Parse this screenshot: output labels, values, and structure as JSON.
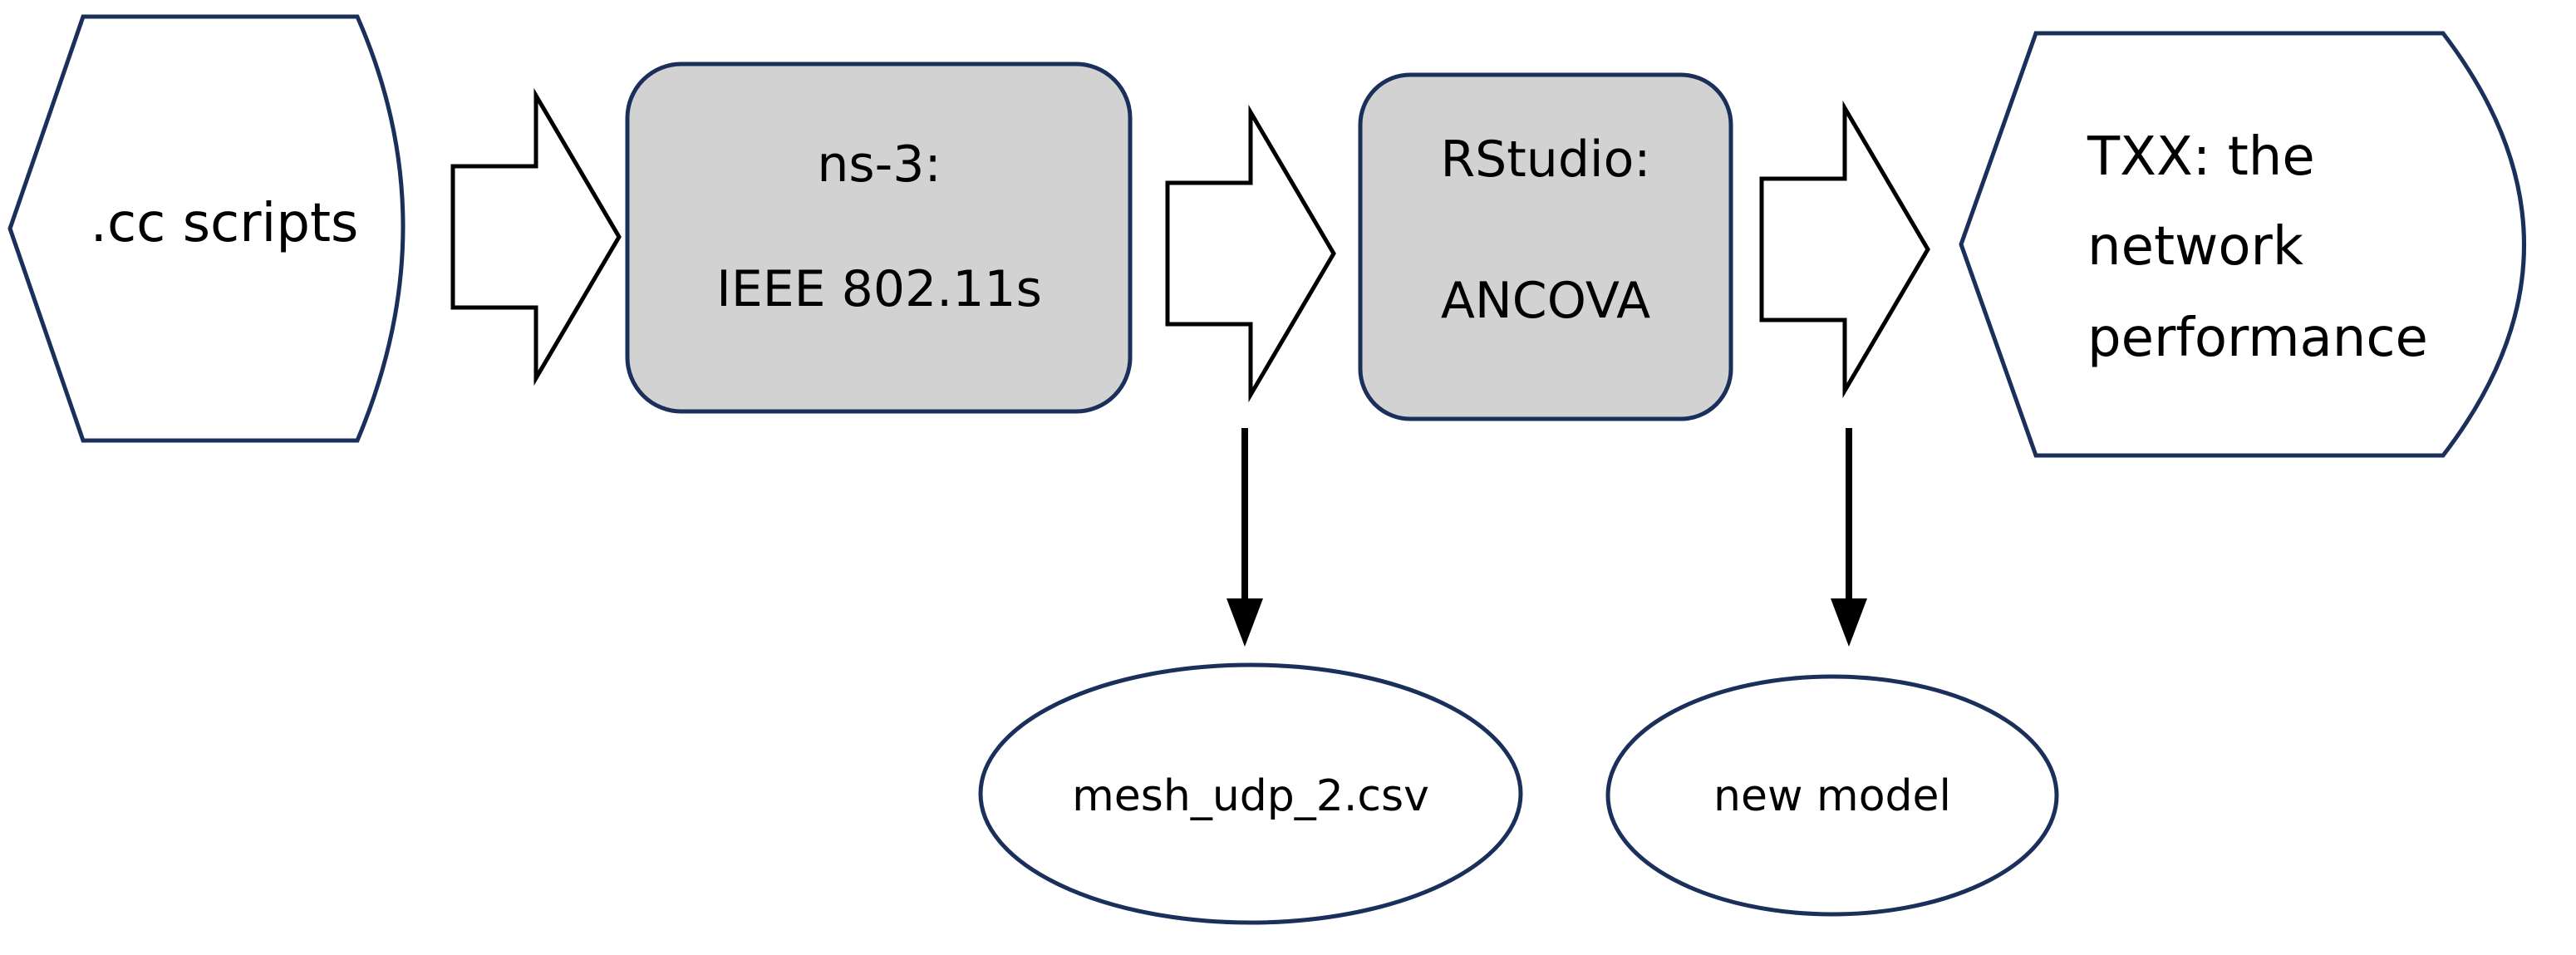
{
  "nodes": {
    "input": {
      "label": ".cc scripts"
    },
    "ns3": {
      "line1": "ns-3:",
      "line2": "IEEE 802.11s"
    },
    "rstudio": {
      "line1": "RStudio:",
      "line2": "ANCOVA"
    },
    "output": {
      "line1": "TXX: the",
      "line2": "network",
      "line3": "performance"
    },
    "csv": {
      "label": "mesh_udp_2.csv"
    },
    "model": {
      "label": "new model"
    }
  },
  "colors": {
    "stroke": "#1a2f5a",
    "process_fill": "#d3d2d3",
    "arrow_stroke": "#000000"
  }
}
